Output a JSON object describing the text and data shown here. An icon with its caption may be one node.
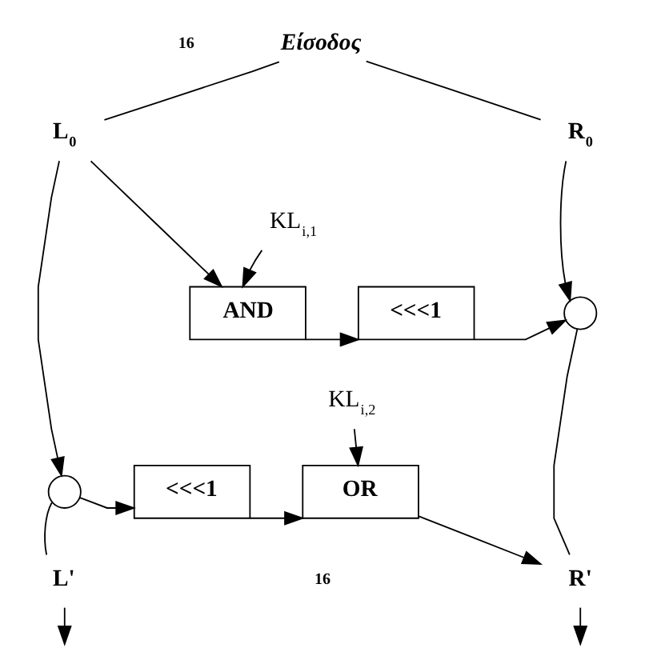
{
  "diagram": {
    "nodes": [
      {
        "text": [
          "Είσοδος"
        ]
      },
      {
        "text": [
          "L$_{0}$"
        ]
      },
      {
        "text": [
          "R$_{0}$"
        ]
      },
      {
        "text": [
          "KL$_{i,1}$"
        ]
      },
      {
        "text": [
          "AND"
        ]
      },
      {
        "text": [
          "<<<1"
        ]
      },
      {
        "text": [],
        "shape": "circle"
      },
      {
        "text": [],
        "shape": "circle"
      },
      {
        "text": [
          "<<<1"
        ]
      },
      {
        "text": [
          "KL$_{i,2}$"
        ]
      },
      {
        "text": [
          "OR"
        ]
      },
      {
        "text": [
          "L'"
        ]
      },
      {
        "text": [
          "R'"
        ]
      }
    ],
    "edges": [
      {
        "from": 0,
        "to": 1,
        "arrow": "none"
      },
      {
        "from": 0,
        "to": 2,
        "arrow": "none"
      },
      {
        "from": 1,
        "to": 4,
        "arrow": "to"
      },
      {
        "from": 1,
        "to": 7,
        "arrow": "to"
      },
      {
        "from": 2,
        "to": 6,
        "arrow": "to"
      },
      {
        "from": 3,
        "to": 4,
        "arrow": "to"
      },
      {
        "from": 4,
        "to": 5,
        "arrow": "to"
      },
      {
        "from": 5,
        "to": 6,
        "arrow": "to"
      },
      {
        "from": 6,
        "to": 12,
        "arrow": "none"
      },
      {
        "from": 7,
        "to": 8,
        "arrow": "to"
      },
      {
        "from": 8,
        "to": 10,
        "arrow": "to"
      },
      {
        "from": 9,
        "to": 10,
        "arrow": "to"
      },
      {
        "from": 10,
        "to": 12,
        "arrow": "to"
      },
      {
        "from": 7,
        "to": 11,
        "arrow": "none"
      },
      {
        "from": 11,
        "to": null,
        "arrow": "to"
      },
      {
        "from": 12,
        "to": null,
        "arrow": "to"
      }
    ],
    "labels": [
      "16",
      "16"
    ]
  }
}
